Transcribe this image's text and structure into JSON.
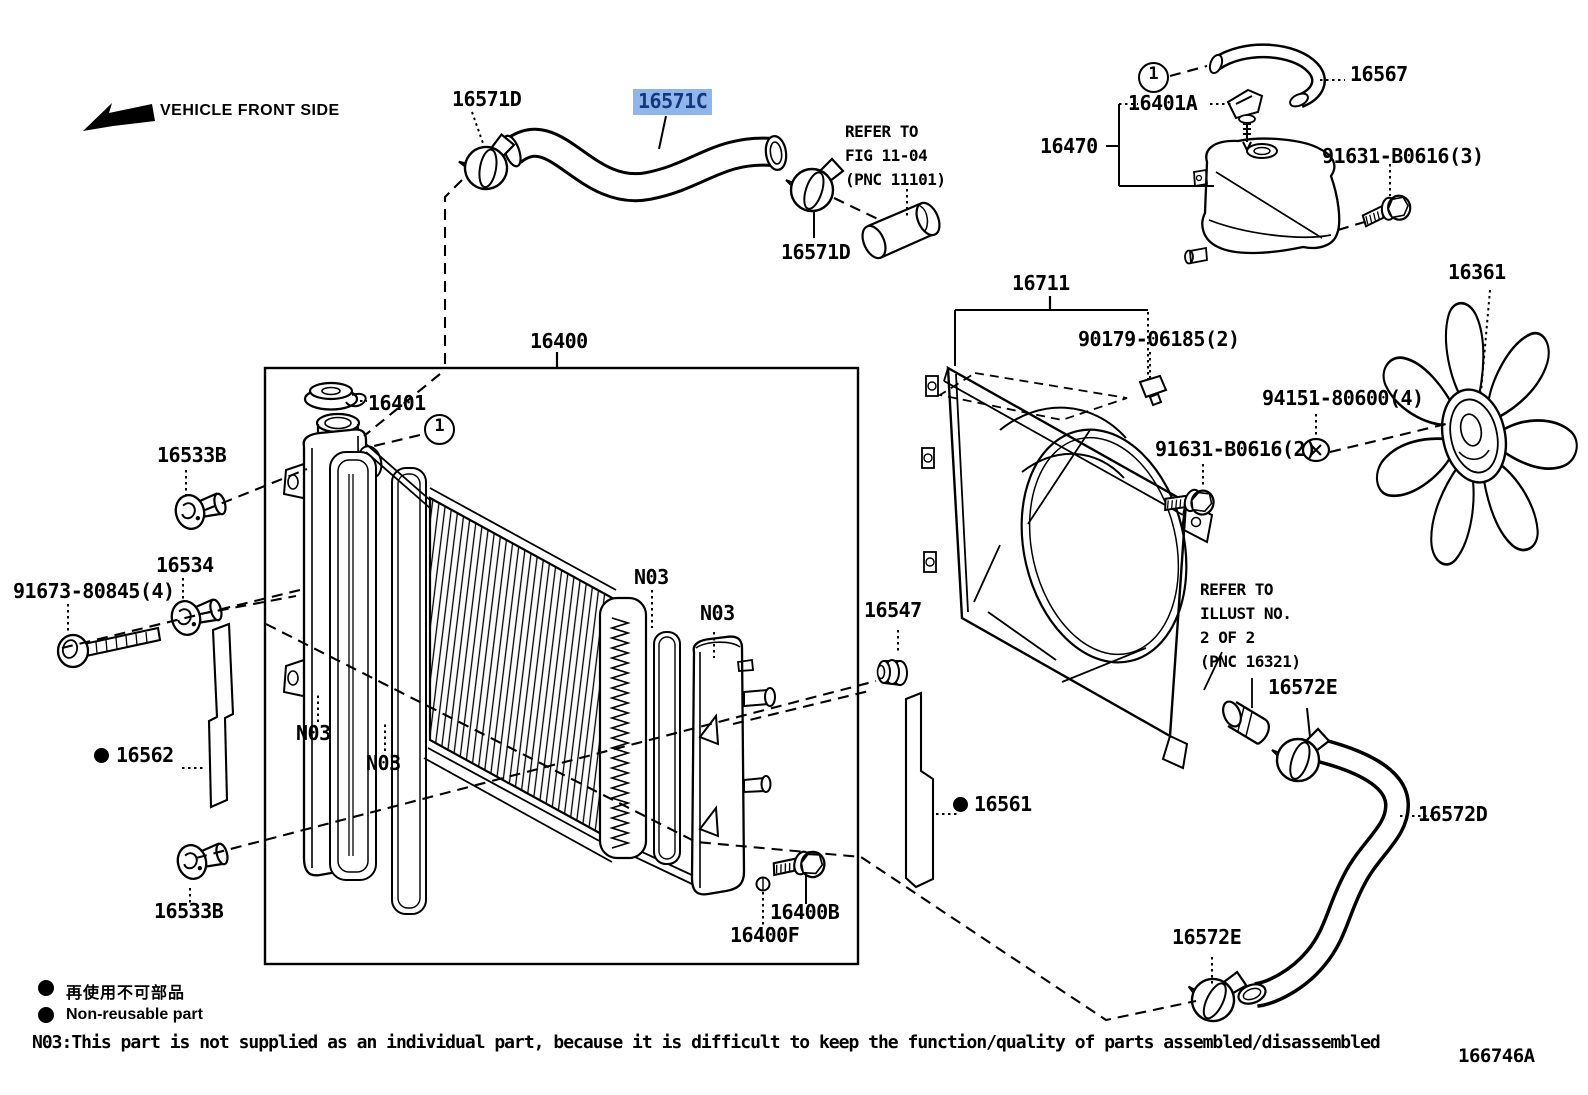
{
  "header": {
    "front_side_label": "VEHICLE FRONT SIDE"
  },
  "selection": {
    "highlighted_part": "16571C",
    "highlight_bg": "#8FB6EA",
    "highlight_text": "#16357F"
  },
  "callouts": {
    "c16571d_top": "16571D",
    "c16571c": "16571C",
    "refer_fig": "REFER TO\nFIG 11-04\n(PNC 11101)",
    "c16571d_mid": "16571D",
    "c16567": "16567",
    "c16401a": "16401A",
    "c16470": "16470",
    "c91631_3": "91631-B0616(3)",
    "c16711": "16711",
    "c90179": "90179-06185(2)",
    "c94151": "94151-80600(4)",
    "c91631_2": "91631-B0616(2)",
    "c16361": "16361",
    "c16400": "16400",
    "c16401": "16401",
    "c16533b_top": "16533B",
    "c16534": "16534",
    "c91673": "91673-80845(4)",
    "c16562": "16562",
    "n03": "N03",
    "c16547": "16547",
    "c16561": "16561",
    "c16533b_bottom": "16533B",
    "c16400b": "16400B",
    "c16400f": "16400F",
    "refer_illust": "REFER TO\nILLUST NO.\n2 OF 2\n(PNC 16321)",
    "c16572e_top": "16572E",
    "c16572d": "16572D",
    "c16572e_bottom": "16572E",
    "circle_num": "1"
  },
  "footnotes": {
    "jp": "再使用不可部品",
    "en": "Non-reusable part",
    "n03_note": "N03:This part is not supplied as an individual part, because it is difficult to keep the function/quality of parts assembled/disassembled"
  },
  "meta": {
    "doc_code": "166746A"
  }
}
